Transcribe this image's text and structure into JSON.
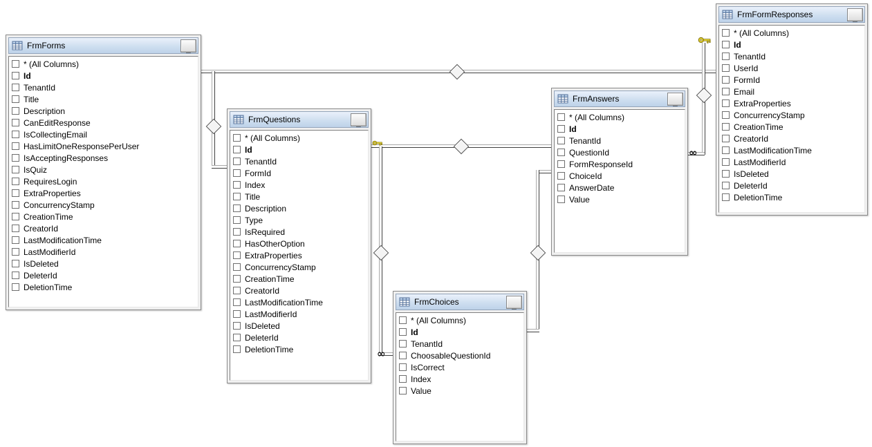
{
  "diagram": {
    "window_controls": {
      "minimize_glyph": "_"
    },
    "symbols": {
      "many_glyph": "∞"
    },
    "colors": {
      "titlebar_top": "#eaf1fb",
      "titlebar_bottom": "#bdd2e9",
      "key_gold": "#f2e23a",
      "connector_dark": "#3f3f3f"
    },
    "tables": [
      {
        "name": "FrmForms",
        "bold_column": "Id",
        "columns": [
          "* (All Columns)",
          "Id",
          "TenantId",
          "Title",
          "Description",
          "CanEditResponse",
          "IsCollectingEmail",
          "HasLimitOneResponsePerUser",
          "IsAcceptingResponses",
          "IsQuiz",
          "RequiresLogin",
          "ExtraProperties",
          "ConcurrencyStamp",
          "CreationTime",
          "CreatorId",
          "LastModificationTime",
          "LastModifierId",
          "IsDeleted",
          "DeleterId",
          "DeletionTime"
        ]
      },
      {
        "name": "FrmQuestions",
        "bold_column": "Id",
        "columns": [
          "* (All Columns)",
          "Id",
          "TenantId",
          "FormId",
          "Index",
          "Title",
          "Description",
          "Type",
          "IsRequired",
          "HasOtherOption",
          "ExtraProperties",
          "ConcurrencyStamp",
          "CreationTime",
          "CreatorId",
          "LastModificationTime",
          "LastModifierId",
          "IsDeleted",
          "DeleterId",
          "DeletionTime"
        ]
      },
      {
        "name": "FrmAnswers",
        "bold_column": "Id",
        "columns": [
          "* (All Columns)",
          "Id",
          "TenantId",
          "QuestionId",
          "FormResponseId",
          "ChoiceId",
          "AnswerDate",
          "Value"
        ]
      },
      {
        "name": "FrmChoices",
        "bold_column": "Id",
        "columns": [
          "* (All Columns)",
          "Id",
          "TenantId",
          "ChoosableQuestionId",
          "IsCorrect",
          "Index",
          "Value"
        ]
      },
      {
        "name": "FrmFormResponses",
        "bold_column": "Id",
        "columns": [
          "* (All Columns)",
          "Id",
          "TenantId",
          "UserId",
          "FormId",
          "Email",
          "ExtraProperties",
          "ConcurrencyStamp",
          "CreationTime",
          "CreatorId",
          "LastModificationTime",
          "LastModifierId",
          "IsDeleted",
          "DeleterId",
          "DeletionTime"
        ]
      }
    ],
    "relationships": [
      {
        "from": "FrmForms",
        "to": "FrmFormResponses",
        "join_indicator": "diamond"
      },
      {
        "from": "FrmForms",
        "to": "FrmQuestions",
        "join_indicator": "diamond"
      },
      {
        "from": "FrmQuestions",
        "to": "FrmAnswers",
        "join_indicator": "diamond",
        "from_end": "key"
      },
      {
        "from": "FrmQuestions",
        "to": "FrmChoices",
        "join_indicator": "diamond",
        "to_end": "many"
      },
      {
        "from": "FrmAnswers",
        "to": "FrmChoices",
        "join_indicator": "diamond"
      },
      {
        "from": "FrmFormResponses",
        "to": "FrmAnswers",
        "join_indicator": "diamond",
        "from_end": "key",
        "to_end": "many"
      }
    ]
  }
}
